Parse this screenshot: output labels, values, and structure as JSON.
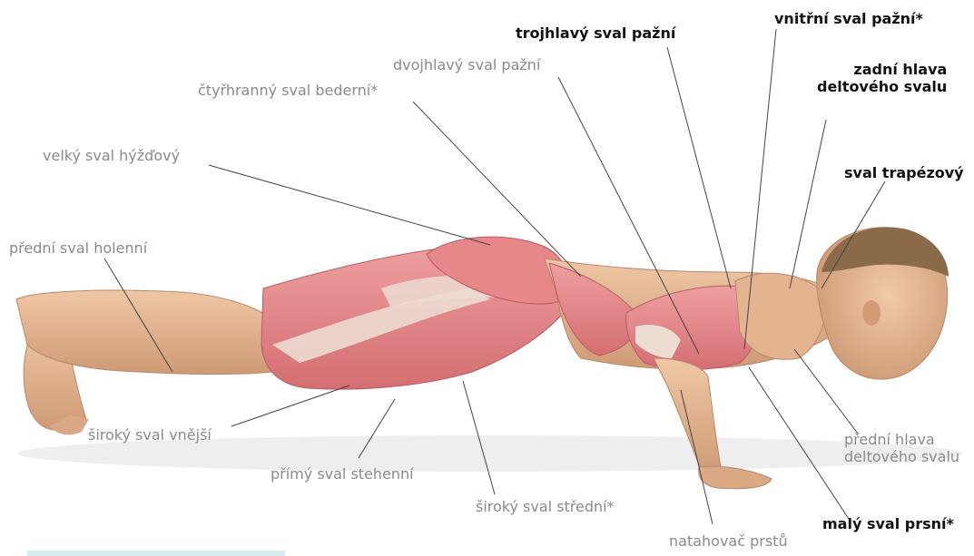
{
  "labels": {
    "triceps": "trojhlavý sval pažní",
    "brachialis": "vnitřní sval pažní*",
    "biceps": "dvojhlavý sval pažní",
    "quadratus": "čtyřhranný sval bederní*",
    "rear_delt_1": "zadní hlava",
    "rear_delt_2": "deltového svalu",
    "gluteus": "velký sval hýžďový",
    "trapezius": "sval trapézový",
    "tibialis": "přední sval holenní",
    "vastus_lateralis": "široký sval vnější",
    "rectus_femoris": "přímý sval stehenní",
    "front_delt_1": "přední hlava",
    "front_delt_2": "deltového svalu",
    "vastus_medialis": "široký sval střední*",
    "pec_minor": "malý sval prsní*",
    "ext_digitorum": "natahovač prstů"
  },
  "colors": {
    "muted_label": "#8a8a8a",
    "strong_label": "#111111",
    "skin": "#e2b48f",
    "muscle": "#e0898a",
    "tendon": "#e9e1d8",
    "hair": "#8b6a4a"
  }
}
